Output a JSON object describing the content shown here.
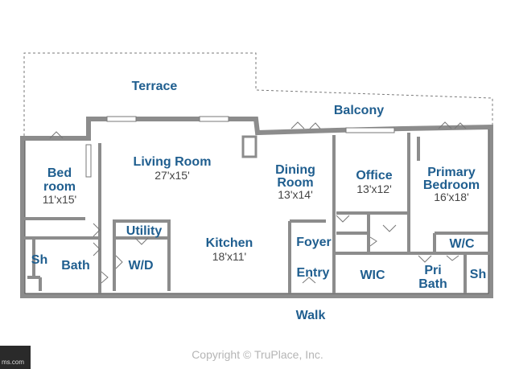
{
  "plan": {
    "rooms": {
      "terrace": {
        "name": "Terrace"
      },
      "balcony": {
        "name": "Balcony"
      },
      "bedroom": {
        "name_line1": "Bed",
        "name_line2": "room",
        "dims": "11'x15'"
      },
      "living_room": {
        "name": "Living Room",
        "dims": "27'x15'"
      },
      "dining_room": {
        "name_line1": "Dining",
        "name_line2": "Room",
        "dims": "13'x14'"
      },
      "office": {
        "name": "Office",
        "dims": "13'x12'"
      },
      "primary_bedroom": {
        "name_line1": "Primary",
        "name_line2": "Bedroom",
        "dims": "16'x18'"
      },
      "utility": {
        "name": "Utility"
      },
      "kitchen": {
        "name": "Kitchen",
        "dims": "18'x11'"
      },
      "foyer": {
        "name": "Foyer"
      },
      "wc": {
        "name": "W/C"
      },
      "shower_left": {
        "name": "Sh"
      },
      "bath": {
        "name": "Bath"
      },
      "wd": {
        "name": "W/D"
      },
      "entry": {
        "name": "Entry"
      },
      "wic": {
        "name": "WIC"
      },
      "pri_bath": {
        "name_line1": "Pri",
        "name_line2": "Bath"
      },
      "shower_right": {
        "name": "Sh"
      },
      "walk": {
        "name": "Walk"
      }
    },
    "colors": {
      "wall": "#9a9a9a",
      "wall_dark": "#555555",
      "label": "#1f5e8f"
    }
  },
  "footer": {
    "copyright": "Copyright © TruPlace, Inc."
  },
  "badge": {
    "text": "ms.com"
  }
}
